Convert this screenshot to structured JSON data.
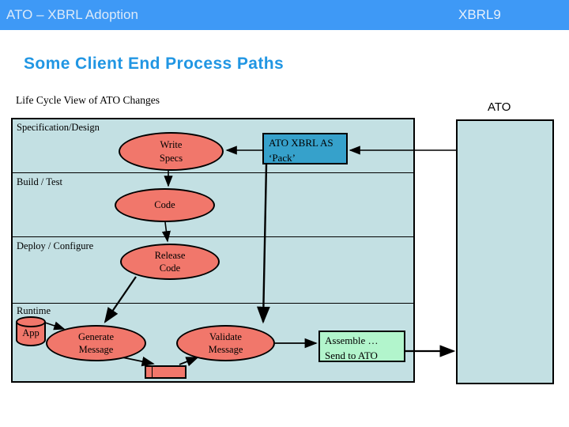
{
  "header": {
    "left_title": "ATO – XBRL Adoption",
    "right_title": "XBRL9"
  },
  "slide": {
    "title": "Some Client End Process Paths",
    "subtitle": "Life Cycle View of ATO Changes",
    "ato_panel_label": "ATO"
  },
  "diagram": {
    "sections": [
      {
        "label": "Specification/Design"
      },
      {
        "label": "Build / Test"
      },
      {
        "label": "Deploy / Configure"
      },
      {
        "label": "Runtime"
      }
    ],
    "nodes": {
      "write_specs": "Write\nSpecs",
      "code": "Code",
      "release_code": "Release\nCode",
      "generate_message": "Generate\nMessage",
      "validate_message": "Validate\nMessage",
      "app_store": "App",
      "pack_box": "ATO XBRL AS\n‘Pack’",
      "assemble_box": "Assemble …\nSend to ATO"
    },
    "colors": {
      "header_bg": "#3E99F6",
      "header_text": "#DCEAF9",
      "title_text": "#2196E3",
      "panel_fill": "#C3E0E3",
      "process_fill": "#F1776B",
      "pack_fill": "#36A1CB",
      "assemble_fill": "#B2F5CC",
      "line": "#000000"
    }
  }
}
